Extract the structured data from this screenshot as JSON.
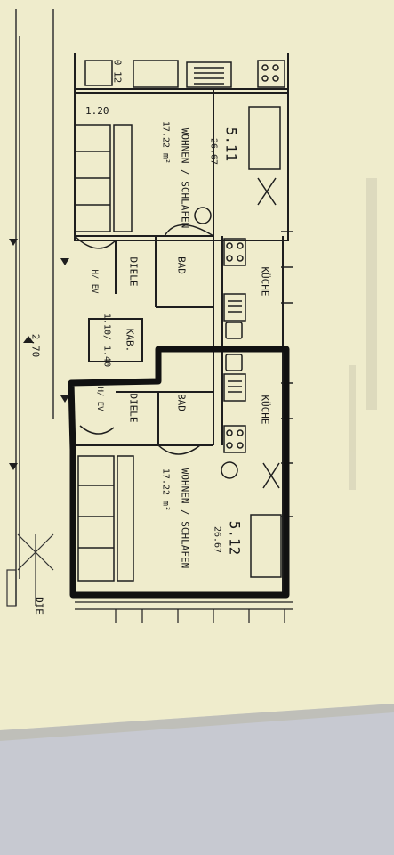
{
  "plan": {
    "units": [
      {
        "id": "5.11",
        "number": "5.11",
        "area": "26.67",
        "rooms": {
          "living": "WOHNEN / SCHLAFEN",
          "living_area": "17.22 m²",
          "kitchen": "KÜCHE",
          "bath": "BAD",
          "hall": "DIELE",
          "closet": "KAB."
        }
      },
      {
        "id": "5.12",
        "number": "5.12",
        "area": "26.67",
        "rooms": {
          "living": "WOHNEN / SCHLAFEN",
          "living_area": "17.22 m²",
          "kitchen": "KÜCHE",
          "bath": "BAD",
          "hall": "DIELE"
        }
      }
    ],
    "storage": {
      "label": "KAB.",
      "dimensions": "1.10/ 1.40"
    },
    "dimensions": {
      "top_left": "0 12",
      "wall_width": "1.20",
      "elevation": "2.70"
    },
    "small_labels": {
      "cabinet_a": "H/ EV",
      "cabinet_b": "H/ EV",
      "corner_note": "DIE"
    },
    "highlight_color": "#111111",
    "paper_color": "#efeccc",
    "line_color": "#1e1e1e"
  }
}
